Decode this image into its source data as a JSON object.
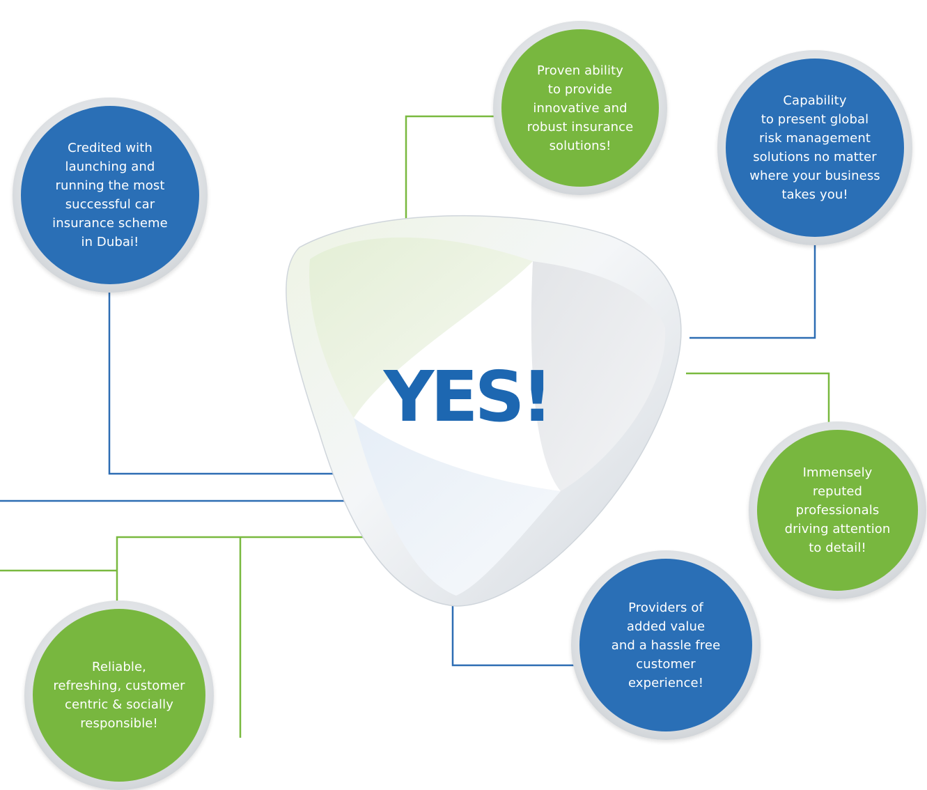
{
  "colors": {
    "blue": "#2a6fb6",
    "green": "#78b73f",
    "yes_blue": "#1d67b1",
    "blue_line": "#2d6db3",
    "green_line": "#79b93f"
  },
  "center": {
    "label": "YES!"
  },
  "bubbles": [
    {
      "text": "Credited with\nlaunching and\nrunning the most\nsuccessful car\ninsurance scheme\nin Dubai!",
      "color": "blue"
    },
    {
      "text": "Proven ability\nto provide\ninnovative and\nrobust insurance\nsolutions!",
      "color": "green"
    },
    {
      "text": "Capability\nto present global\nrisk management\nsolutions no matter\nwhere your business\ntakes you!",
      "color": "blue"
    },
    {
      "text": "Immensely\nreputed\nprofessionals\ndriving attention\nto detail!",
      "color": "green"
    },
    {
      "text": "Providers of\nadded value\nand a hassle free\ncustomer\nexperience!",
      "color": "blue"
    },
    {
      "text": "Reliable,\nrefreshing, customer\ncentric & socially\nresponsible!",
      "color": "green"
    }
  ]
}
